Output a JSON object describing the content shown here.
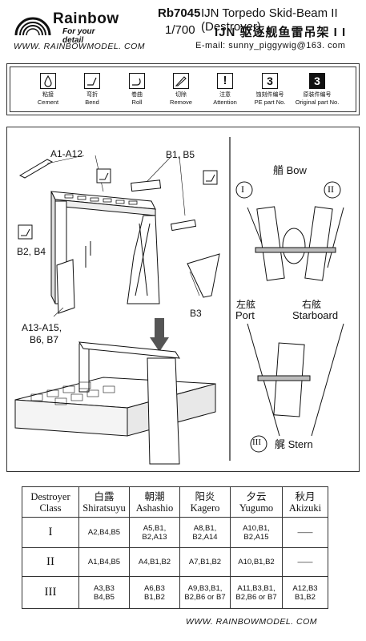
{
  "header": {
    "brand_name": "Rainbow",
    "brand_tagline": "For your detail",
    "product_code": "Rb7045",
    "title_en": "IJN Torpedo Skid-Beam II (Destroyer)",
    "scale": "1/700",
    "title_cn": "IJN 驱逐舰鱼雷吊架 I I",
    "website": "WWW. RAINBOWMODEL. COM",
    "email": "E-mail: sunny_piggywig@163. com"
  },
  "legend": [
    {
      "icon": "drop-icon",
      "cn": "粘接",
      "en": "Cement"
    },
    {
      "icon": "bend-icon",
      "cn": "弯折",
      "en": "Bend"
    },
    {
      "icon": "roll-icon",
      "cn": "卷曲",
      "en": "Roll"
    },
    {
      "icon": "knife-icon",
      "cn": "切除",
      "en": "Remove"
    },
    {
      "icon": "exclamation-icon",
      "cn": "注意",
      "en": "Attention",
      "symbol": "!"
    },
    {
      "icon": "pe-number-icon",
      "cn": "蚀刻件编号",
      "en": "PE part No.",
      "symbol": "3"
    },
    {
      "icon": "original-number-icon",
      "cn": "原装件编号",
      "en": "Original part No.",
      "symbol": "3"
    }
  ],
  "diagram": {
    "labels": {
      "a1_a12": "A1-A12",
      "b1_b5": "B1, B5",
      "b2_b4": "B2, B4",
      "b3": "B3",
      "a13_a15": "A13-A15,",
      "b6_b7": "B6, B7"
    },
    "orientation": {
      "bow": "艏 Bow",
      "port_cn": "左舷",
      "port_en": "Port",
      "starboard_cn": "右舷",
      "starboard_en": "Starboard",
      "stern": "艉 Stern",
      "mark_i": "I",
      "mark_ii": "II",
      "mark_iii": "III"
    }
  },
  "table": {
    "header_first": [
      "Destroyer",
      "Class"
    ],
    "columns": [
      {
        "cn": "白露",
        "en": "Shiratsuyu"
      },
      {
        "cn": "朝潮",
        "en": "Ashashio"
      },
      {
        "cn": "阳炎",
        "en": "Kagero"
      },
      {
        "cn": "夕云",
        "en": "Yugumo"
      },
      {
        "cn": "秋月",
        "en": "Akizuki"
      }
    ],
    "rows": [
      {
        "mark": "I",
        "cells": [
          "A2,B4,B5",
          "A5,B1,\nB2,A13",
          "A8,B1,\nB2,A14",
          "A10,B1,\nB2,A15",
          "——"
        ]
      },
      {
        "mark": "II",
        "cells": [
          "A1,B4,B5",
          "A4,B1,B2",
          "A7,B1,B2",
          "A10,B1,B2",
          "——"
        ]
      },
      {
        "mark": "III",
        "cells": [
          "A3,B3\nB4,B5",
          "A6,B3\nB1,B2",
          "A9,B3,B1,\nB2,B6 or B7",
          "A11,B3,B1,\nB2,B6 or B7",
          "A12,B3\nB1,B2"
        ]
      }
    ]
  },
  "footer": {
    "website": "WWW. RAINBOWMODEL. COM"
  }
}
